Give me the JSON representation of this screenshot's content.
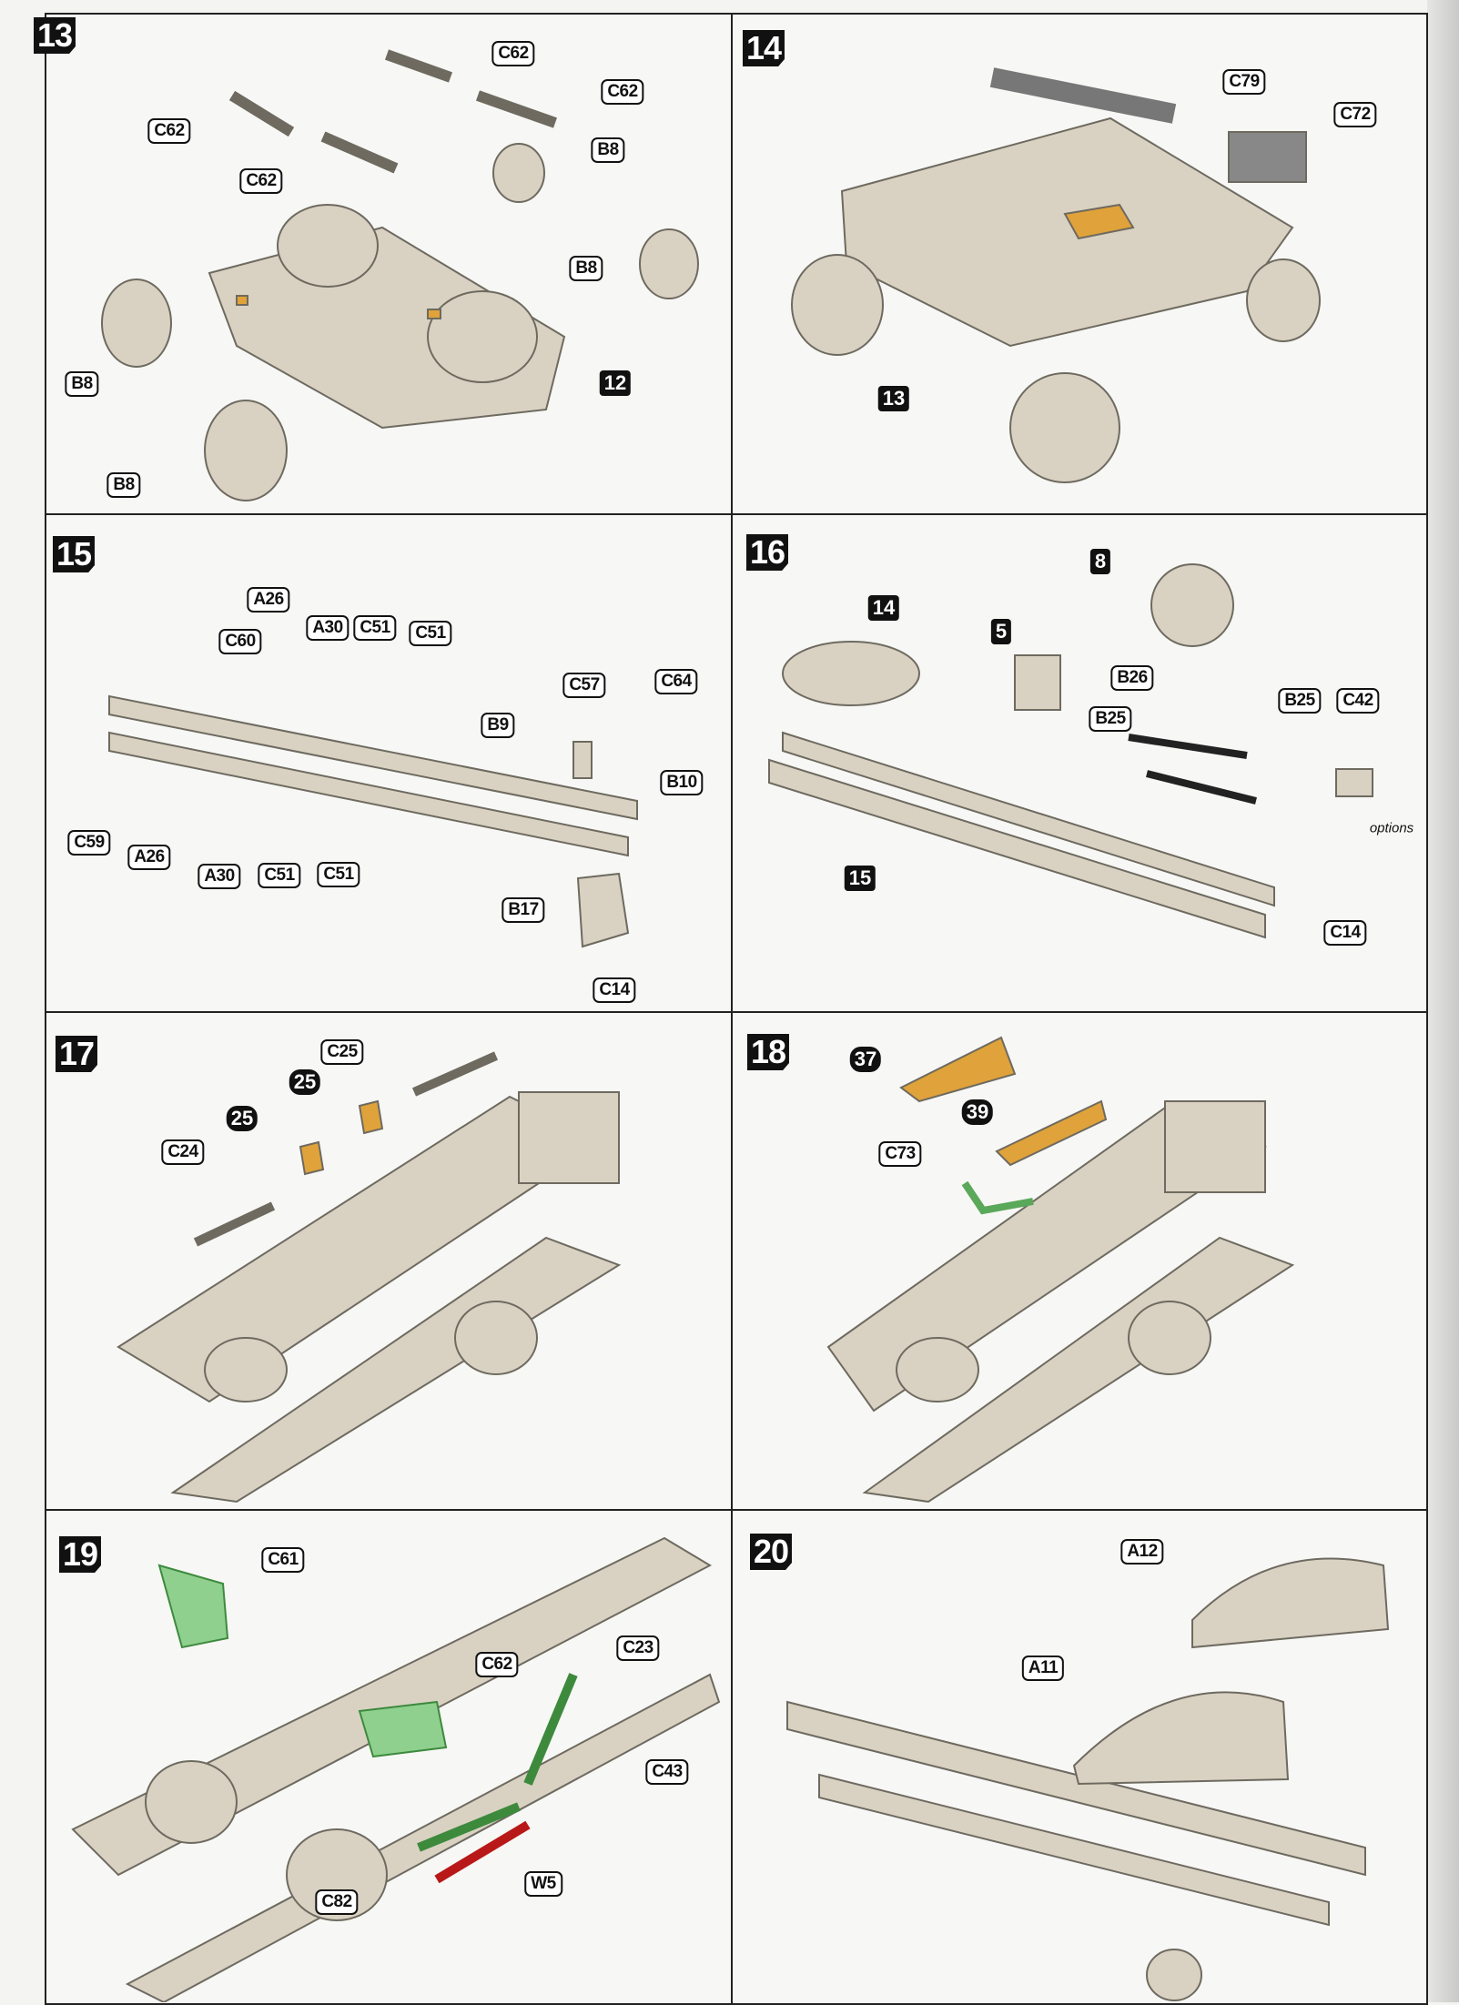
{
  "steps": [
    {
      "number": "13",
      "callouts": [
        "C62",
        "C62",
        "C62",
        "C62",
        "B8",
        "B8",
        "B8",
        "B8"
      ],
      "refs": [
        "12"
      ]
    },
    {
      "number": "14",
      "callouts": [
        "C79",
        "C72"
      ],
      "refs": [
        "13"
      ]
    },
    {
      "number": "15",
      "callouts": [
        "A26",
        "A30",
        "C51",
        "C51",
        "C60",
        "C57",
        "C64",
        "B9",
        "B10",
        "C59",
        "A26",
        "A30",
        "C51",
        "C51",
        "B17",
        "C14"
      ],
      "refs": []
    },
    {
      "number": "16",
      "callouts": [
        "B26",
        "B25",
        "B25",
        "C42",
        "C14"
      ],
      "refs": [
        "8",
        "14",
        "5",
        "15"
      ],
      "note": "options"
    },
    {
      "number": "17",
      "callouts": [
        "C25",
        "C24"
      ],
      "refs": [
        "25",
        "25"
      ]
    },
    {
      "number": "18",
      "callouts": [
        "C73"
      ],
      "refs": [
        "37",
        "39"
      ]
    },
    {
      "number": "19",
      "callouts": [
        "C61",
        "C62",
        "C23",
        "C43",
        "W5",
        "C82"
      ],
      "refs": []
    },
    {
      "number": "20",
      "callouts": [
        "A12",
        "A11"
      ],
      "refs": []
    }
  ],
  "colors": {
    "plastic": "#d9d2c2",
    "photo_etch": "#e0a23a",
    "new_part": "#8fd08f",
    "highlight": "#b81818"
  }
}
